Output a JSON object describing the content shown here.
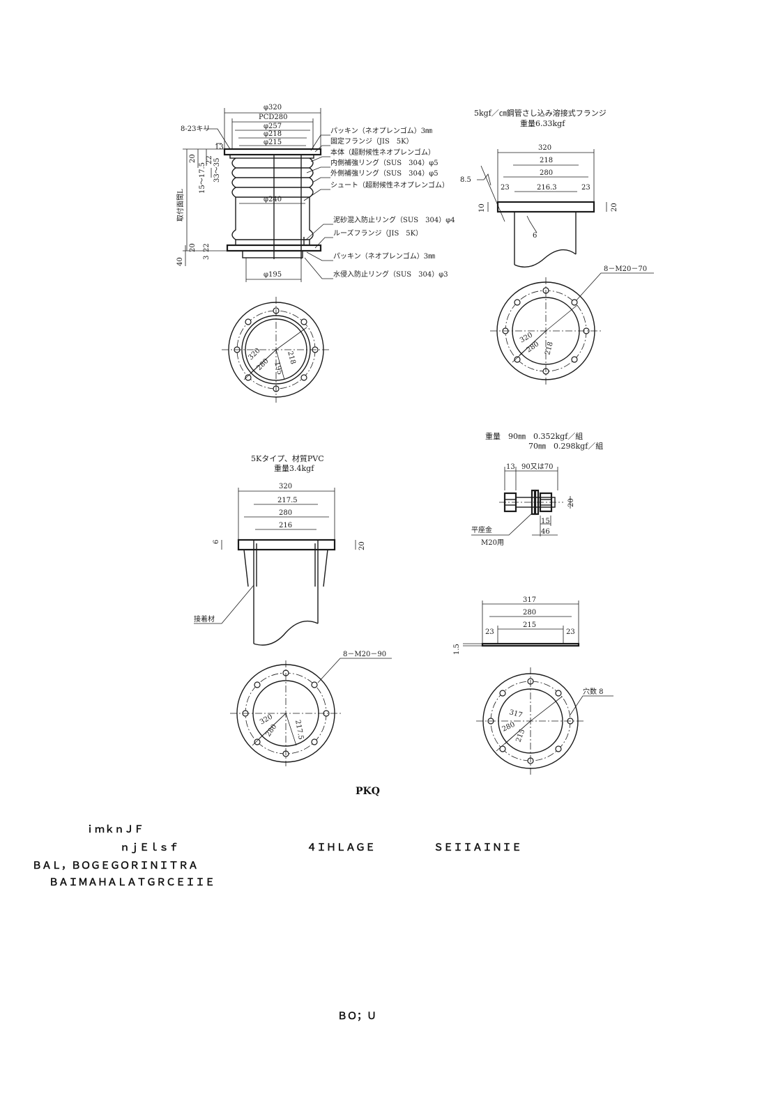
{
  "fig1": {
    "dims": {
      "d320": "φ320",
      "pcd": "PCD280",
      "d257": "φ257",
      "d218": "φ218",
      "d215": "φ215",
      "holes": "8-23キリ",
      "d240": "φ240",
      "d195": "φ195",
      "v20": "20",
      "v22": "22",
      "v13": "13",
      "v175": "15～17.5",
      "v35": "33～35",
      "len": "取付面間L",
      "v20b": "20",
      "v22b": "22",
      "v3": "3",
      "v40": "40"
    },
    "callouts": [
      "パッキン（ネオプレンゴム）3㎜",
      "固定フランジ（JIS　5K）",
      "本体（超耐候性ネオプレンゴム）",
      "内側補強リング（SUS　304）φ5",
      "外側補強リング（SUS　304）φ5",
      "シュート（超耐候性ネオプレンゴム）",
      "泥砂混入防止リング（SUS　304）φ4",
      "ルーズフランジ（JIS　5K）",
      "パッキン（ネオプレンゴム）3㎜",
      "水侵入防止リング（SUS　304）φ3"
    ],
    "plan": {
      "a": "320",
      "b": "280",
      "c": "195",
      "d": "218"
    }
  },
  "fig2": {
    "title": "5kgf／㎝鋼管さし込み溶接式フランジ",
    "weight": "重量6.33kgf",
    "dims": {
      "d320": "320",
      "d218": "218",
      "d280": "280",
      "d2163": "216.3",
      "l23": "23",
      "r23": "23",
      "v85": "8.5",
      "v10": "10",
      "v20": "20",
      "v6": "6"
    },
    "bolts": "8－M20－70",
    "plan": {
      "a": "320",
      "b": "280",
      "c": "218"
    }
  },
  "fig3": {
    "title": "5Kタイプ、材質PVC",
    "weight": "重量3.4kgf",
    "dims": {
      "d320": "320",
      "d2175": "217.5",
      "d280": "280",
      "d216": "216",
      "v6": "6",
      "v20": "20"
    },
    "adhesive": "接着材",
    "bolts": "8－M20－90",
    "plan": {
      "a": "320",
      "b": "280",
      "c": "217.5"
    }
  },
  "fig4": {
    "weight1": "重量　90㎜　0.352kgf／組",
    "weight2": "70㎜　0.298kgf／組",
    "dims": {
      "v13": "13",
      "len": "90又は70",
      "v20": "20",
      "v15": "15",
      "v46": "46"
    },
    "washer1": "平座金",
    "washer2": "M20用"
  },
  "fig5": {
    "dims": {
      "d317": "317",
      "d280": "280",
      "d215": "215",
      "l23": "23",
      "r23": "23",
      "v15": "1.5"
    },
    "holes": "穴数 8",
    "plan": {
      "a": "317",
      "b": "280",
      "c": "215"
    }
  },
  "captions": {
    "figure": "PKQ",
    "line1": "ｉｍｋｎＪＦ",
    "line2a": "ｎｊＥｌｓｆ",
    "line2b": "４ＩＨＬＡＧＥ",
    "line2c": "ＳＥＩＩＡＩＮＩＥ",
    "line3": "ＢＡＬ，ＢＯＧＥＧＯＲＩＮＩＴＲＡ",
    "line4": "ＢＡＩＭＡＨＡＬＡＴＧＲＣＥＩＩＥ",
    "page": "ＢＯ；Ｕ"
  }
}
